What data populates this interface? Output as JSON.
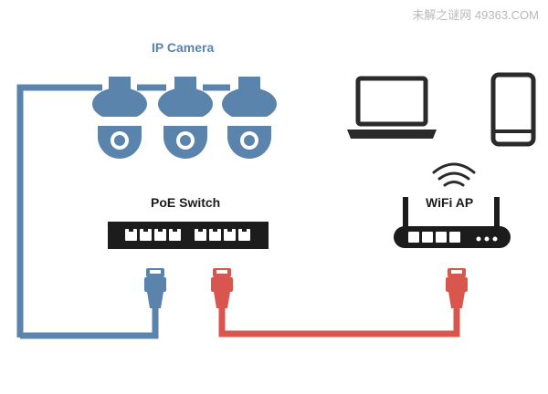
{
  "watermark": "未解之谜网  49363.COM",
  "labels": {
    "camera": "IP Camera",
    "switch": "PoE Switch",
    "ap": "WiFi AP"
  },
  "colors": {
    "blue": "#5b84ad",
    "red": "#d9564e",
    "device": "#2a2a2a",
    "camera_body": "#5b84ad",
    "camera_title": "#5b84ad"
  },
  "icons": [
    "ip-camera-icon",
    "laptop-icon",
    "smartphone-icon",
    "wifi-signal-icon",
    "ethernet-connector-icon"
  ]
}
